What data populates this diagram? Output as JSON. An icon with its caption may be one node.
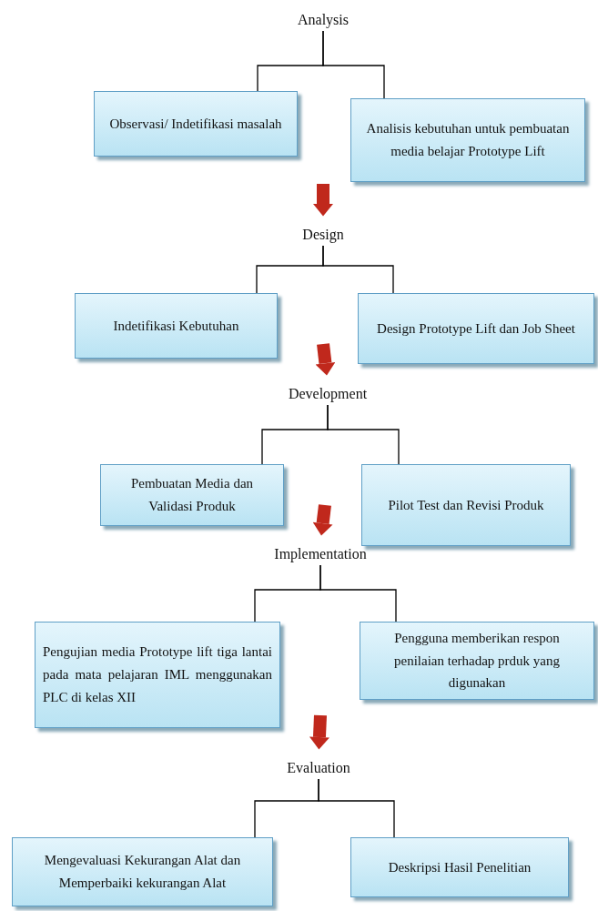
{
  "diagram": {
    "nodes": [
      {
        "text": [
          "Analysis"
        ]
      },
      {
        "text": [
          "Observasi/ Indetifikasi masalah"
        ]
      },
      {
        "text": [
          "Analisis kebutuhan untuk pembuatan media belajar Prototype Lift"
        ]
      },
      {
        "text": [
          "Design"
        ]
      },
      {
        "text": [
          "Indetifikasi Kebutuhan"
        ]
      },
      {
        "text": [
          "Design Prototype Lift dan Job Sheet"
        ]
      },
      {
        "text": [
          "Development"
        ]
      },
      {
        "text": [
          "Pembuatan Media dan Validasi Produk"
        ]
      },
      {
        "text": [
          "Pilot Test dan Revisi Produk"
        ]
      },
      {
        "text": [
          "Implementation"
        ]
      },
      {
        "text": [
          "Pengujian media Prototype lift tiga lantai pada mata pelajaran IML menggunakan PLC di kelas XII"
        ]
      },
      {
        "text": [
          "Pengguna memberikan respon penilaian terhadap prduk yang digunakan"
        ]
      },
      {
        "text": [
          "Evaluation"
        ]
      },
      {
        "text": [
          "Mengevaluasi Kekurangan Alat dan Memperbaiki kekurangan Alat"
        ]
      },
      {
        "text": [
          "Deskripsi Hasil Penelitian"
        ]
      }
    ],
    "edges": [
      {
        "from": 0,
        "to": 1,
        "arrow": "none"
      },
      {
        "from": 0,
        "to": 2,
        "arrow": "none"
      },
      {
        "from": null,
        "to": 3,
        "arrow": "to",
        "style": "thick",
        "color": "#c0281c"
      },
      {
        "from": 3,
        "to": 4,
        "arrow": "none"
      },
      {
        "from": 3,
        "to": 5,
        "arrow": "none"
      },
      {
        "from": null,
        "to": 6,
        "arrow": "to",
        "style": "thick",
        "color": "#c0281c"
      },
      {
        "from": 6,
        "to": 7,
        "arrow": "none"
      },
      {
        "from": 6,
        "to": 8,
        "arrow": "none"
      },
      {
        "from": null,
        "to": 9,
        "arrow": "to",
        "style": "thick",
        "color": "#c0281c"
      },
      {
        "from": 9,
        "to": 10,
        "arrow": "none"
      },
      {
        "from": 9,
        "to": 11,
        "arrow": "none"
      },
      {
        "from": null,
        "to": 12,
        "arrow": "to",
        "style": "thick",
        "color": "#c0281c"
      },
      {
        "from": 12,
        "to": 13,
        "arrow": "none"
      },
      {
        "from": 12,
        "to": 14,
        "arrow": "none"
      }
    ]
  }
}
